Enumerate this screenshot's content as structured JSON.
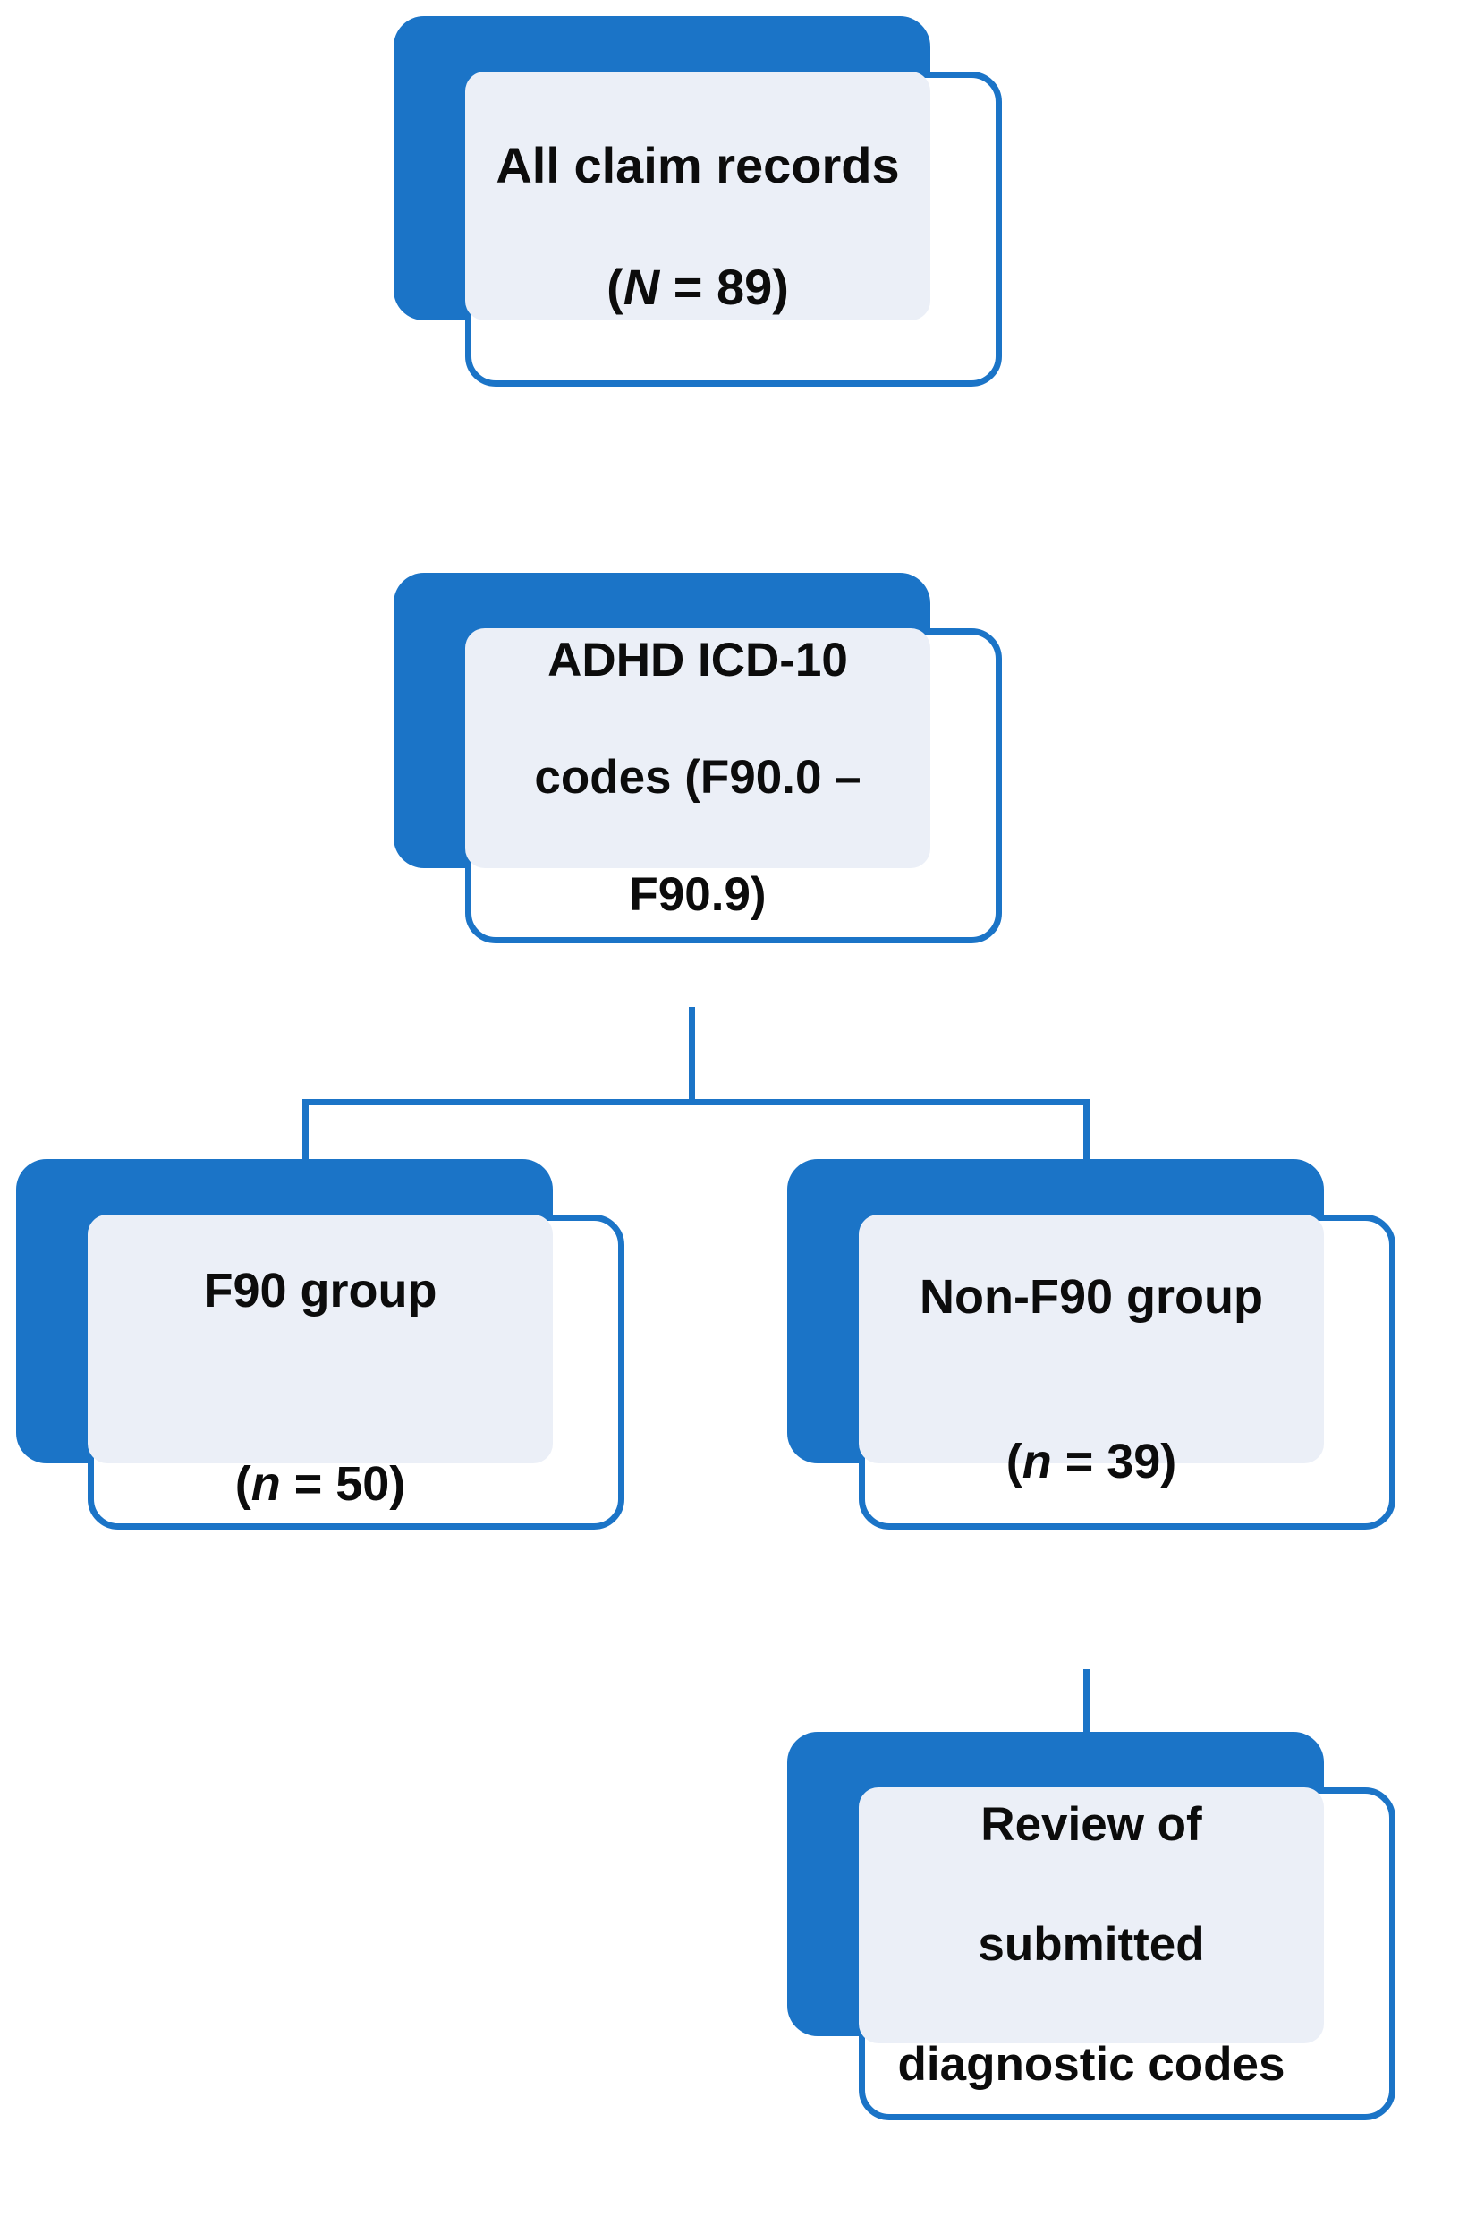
{
  "diagram": {
    "type": "flowchart",
    "title": "Claim records ADHD ICD-10 screening flow",
    "colors": {
      "accent_blue": "#1B74C7",
      "panel_fill": "#EBEFF7",
      "card_fill": "#FFFFFF",
      "text": "#0C0C0C",
      "background": "#FFFFFF"
    },
    "nodes": [
      {
        "id": "all-claims",
        "line1": "All claim records",
        "line2_prefix": "(",
        "line2_var": "N",
        "line2_suffix": " = 89)",
        "value_label": "N = 89",
        "count": 89
      },
      {
        "id": "icd",
        "line1": "ADHD ICD-10",
        "line2": "codes (F90.0 –",
        "line3": "F90.9)",
        "code_range": "F90.0 – F90.9"
      },
      {
        "id": "f90",
        "line1": "F90 group",
        "line2_prefix": "(",
        "line2_var": "n",
        "line2_suffix": " = 50)",
        "value_label": "n = 50",
        "count": 50
      },
      {
        "id": "nonf90",
        "line1": "Non-F90 group",
        "line2_prefix": "(",
        "line2_var": "n",
        "line2_suffix": " = 39)",
        "value_label": "n = 39",
        "count": 39
      },
      {
        "id": "review",
        "line1": "Review of",
        "line2": "submitted",
        "line3": "diagnostic codes"
      }
    ],
    "edges": [
      {
        "from": "all-claims",
        "to": "icd",
        "style": "straight-vertical"
      },
      {
        "from": "icd",
        "to": "f90",
        "style": "elbow-left"
      },
      {
        "from": "icd",
        "to": "nonf90",
        "style": "elbow-right"
      },
      {
        "from": "nonf90",
        "to": "review",
        "style": "straight-vertical"
      }
    ]
  }
}
